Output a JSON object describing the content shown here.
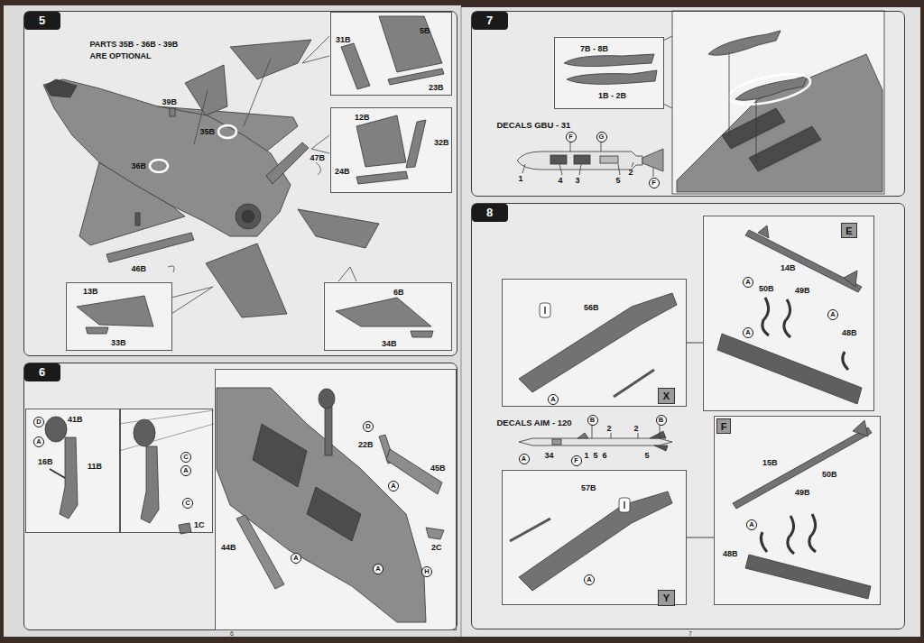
{
  "diagram": {
    "nodes": [
      {
        "text": [
          "5",
          "PARTS 35B - 36B - 39B ARE OPTIONAL",
          "39B",
          "35B",
          "36B",
          "47B",
          "46B"
        ]
      },
      {
        "text": [
          "31B",
          "5B",
          "23B"
        ],
        "in": 0
      },
      {
        "text": [
          "12B",
          "32B",
          "24B"
        ],
        "in": 0
      },
      {
        "text": [
          "13B",
          "33B"
        ],
        "in": 0
      },
      {
        "text": [
          "6B",
          "34B"
        ],
        "in": 0
      },
      {
        "text": [
          "6"
        ]
      },
      {
        "text": [
          "D",
          "41B",
          "A",
          "16B",
          "11B"
        ],
        "in": 5
      },
      {
        "text": [
          "C",
          "A",
          "C",
          "1C"
        ],
        "in": 5
      },
      {
        "text": [
          "D",
          "22B",
          "45B",
          "A",
          "A",
          "44B",
          "A",
          "2C",
          "H"
        ],
        "in": 5
      },
      {
        "text": [
          "7",
          "DECALS GBU - 31",
          "F",
          "G",
          "1",
          "4",
          "3",
          "5",
          "2",
          "F"
        ]
      },
      {
        "text": [
          "7B - 8B",
          "1B - 2B"
        ],
        "in": 9
      },
      {
        "text": [
          "8",
          "DECALS AIM - 120",
          "B",
          "2",
          "2",
          "B",
          "A",
          "34",
          "F",
          "1",
          "5",
          "6",
          "5"
        ]
      },
      {
        "text": [
          "56B",
          "A"
        ],
        "in": 11
      },
      {
        "text": [
          "X"
        ],
        "in": 12
      },
      {
        "text": [
          "14B",
          "A",
          "50B",
          "49B",
          "A",
          "A",
          "48B"
        ],
        "in": 11
      },
      {
        "text": [
          "E"
        ],
        "in": 14
      },
      {
        "text": [
          "57B",
          "A"
        ],
        "in": 11
      },
      {
        "text": [
          "Y"
        ],
        "in": 16
      },
      {
        "text": [
          "15B",
          "50B",
          "49B",
          "A",
          "48B"
        ],
        "in": 11
      },
      {
        "text": [
          "F"
        ],
        "in": 18
      }
    ],
    "edges": [
      {
        "from": 12,
        "to": 14,
        "arrow": "none"
      },
      {
        "from": 16,
        "to": 18,
        "arrow": "none"
      }
    ],
    "labels": [
      "6",
      "7"
    ]
  }
}
